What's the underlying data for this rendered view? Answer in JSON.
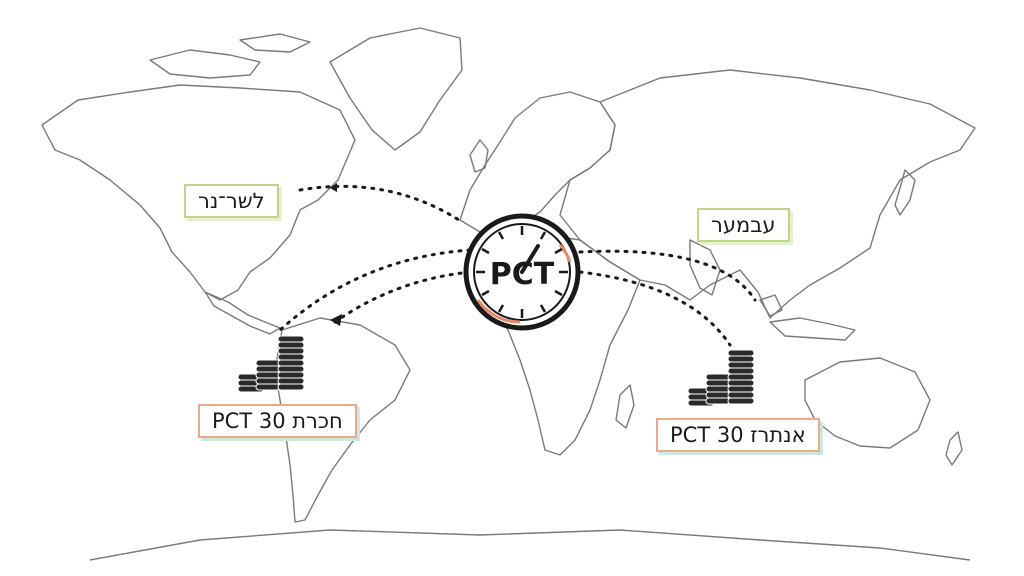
{
  "map": {
    "clock_label": "PCT",
    "labels": {
      "north_america": "לשר־נר",
      "asia": "עבמער",
      "south_america": "PCT 30 חכרת",
      "southeast_asia": "PCT 30 אנתרז"
    }
  },
  "colors": {
    "ink": "#1a1a1a",
    "land_outline": "#7a7a7a",
    "green_frame": "#bcd68a",
    "orange_frame": "#e9a98c",
    "clock_accent": "#e9896a"
  }
}
